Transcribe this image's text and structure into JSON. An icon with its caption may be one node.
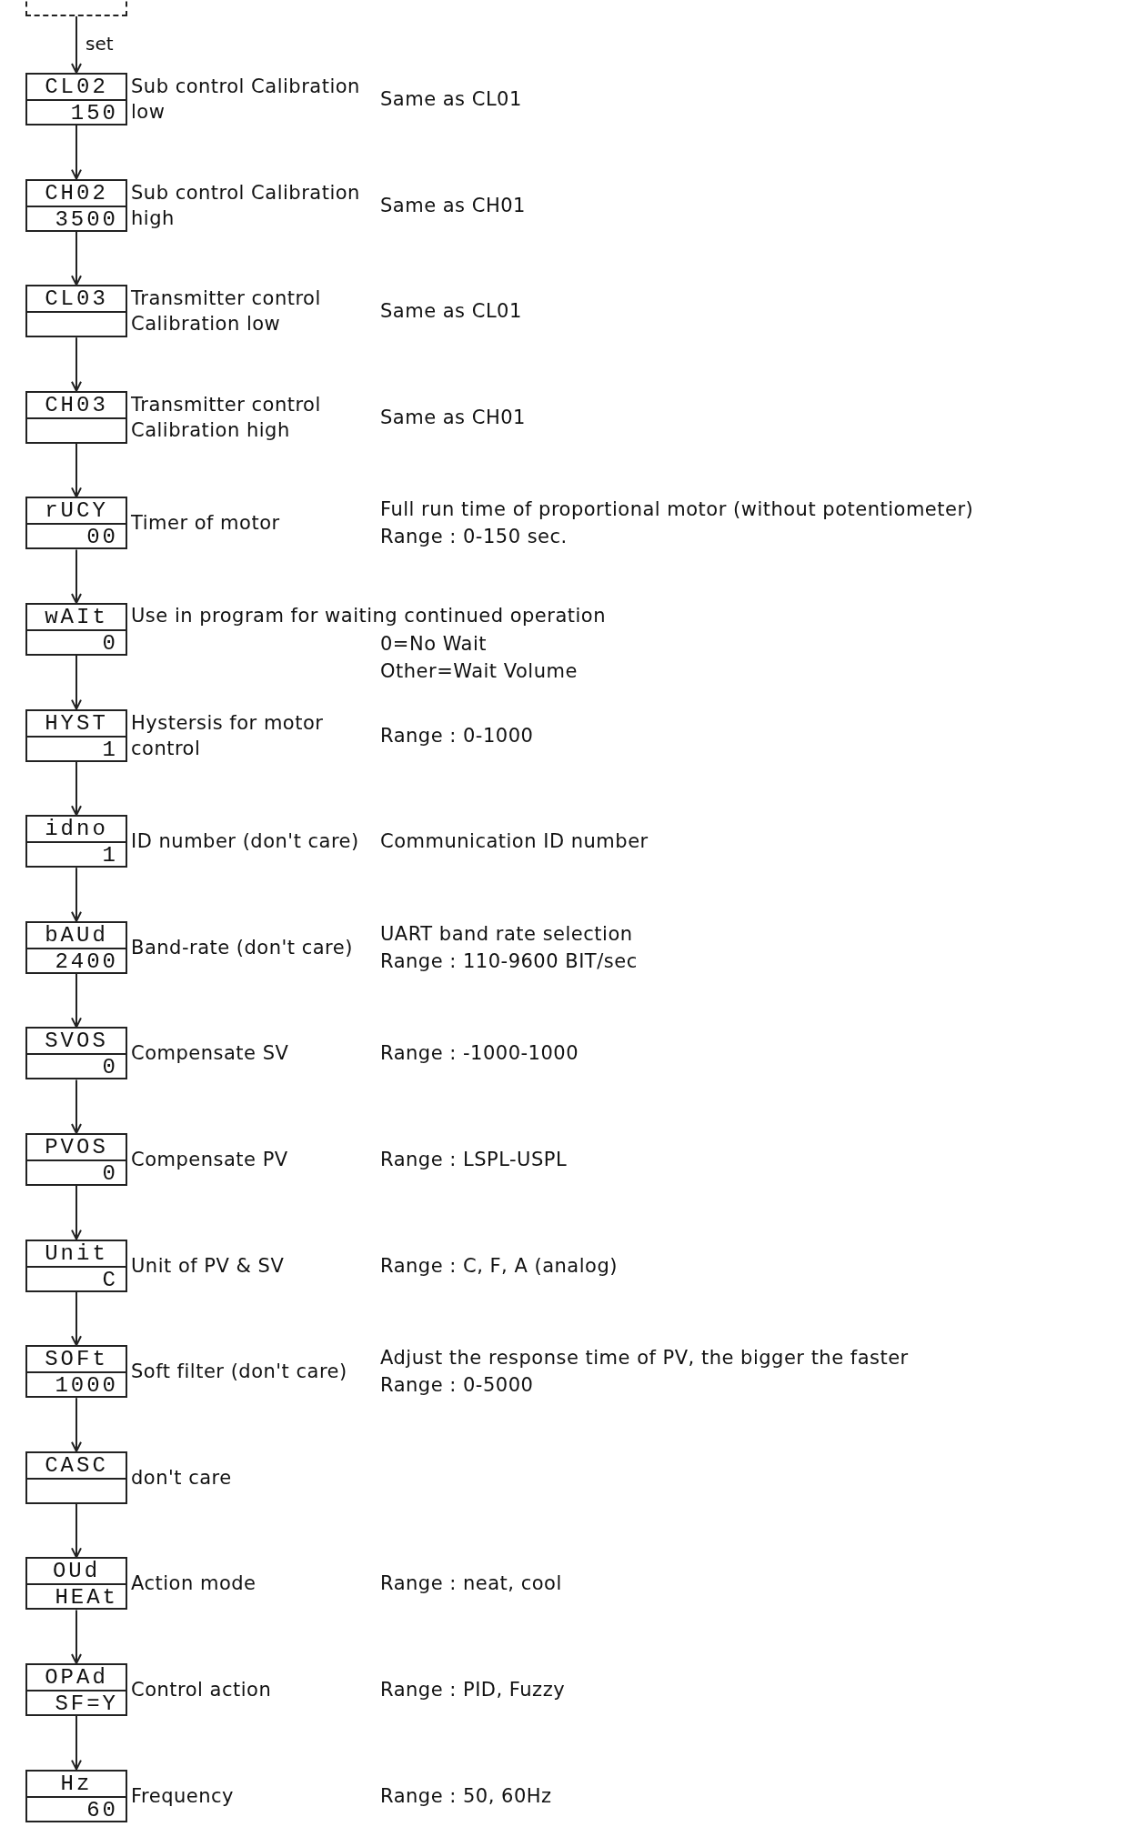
{
  "diagram": {
    "nodes": [
      {
        "text": [],
        "shape": "box"
      },
      {
        "text": [
          "CL02",
          "150"
        ],
        "beside": [
          "Sub control Calibration low",
          "Same as CL01"
        ]
      },
      {
        "text": [
          "CH02",
          "3500"
        ],
        "beside": [
          "Sub control Calibration high",
          "Same as CH01"
        ]
      },
      {
        "text": [
          "CL03"
        ],
        "beside": [
          "Transmitter control Calibration low",
          "Same as CL01"
        ]
      },
      {
        "text": [
          "CH03"
        ],
        "beside": [
          "Transmitter control Calibration high",
          "Same as CH01"
        ]
      },
      {
        "text": [
          "rUCY",
          "00"
        ],
        "beside": [
          "Timer of motor",
          "Full run time of proportional motor (without potentiometer)",
          "Range : 0-150 sec."
        ]
      },
      {
        "text": [
          "wAIt",
          "0"
        ],
        "beside": [
          "Use in program for waiting continued operation",
          "0=No Wait",
          "Other=Wait Volume"
        ]
      },
      {
        "text": [
          "HYST",
          "1"
        ],
        "beside": [
          "Hystersis for motor control",
          "Range : 0-1000"
        ]
      },
      {
        "text": [
          "idno",
          "1"
        ],
        "beside": [
          "ID number (don't care)",
          "Communication ID number"
        ]
      },
      {
        "text": [
          "bAUd",
          "2400"
        ],
        "beside": [
          "Band-rate (don't care)",
          "UART band rate selection",
          "Range : 110-9600 BIT/sec"
        ]
      },
      {
        "text": [
          "SVOS",
          "0"
        ],
        "beside": [
          "Compensate SV"
        ]
      },
      {
        "text": [
          "PVOS",
          "0"
        ],
        "beside": [
          "Compensate PV"
        ]
      },
      {
        "text": [
          "Unit",
          "C"
        ],
        "beside": [
          "Unit of PV & SV"
        ]
      },
      {
        "text": [
          "SOFt",
          "1000"
        ],
        "beside": [
          "Soft filter (don't care)",
          "Adjust the response time of PV, the bigger the faster",
          "Range : 0-5000"
        ]
      },
      {
        "text": [
          "CASC"
        ],
        "beside": [
          "don't care"
        ]
      },
      {
        "text": [
          "OUd",
          "HEAt"
        ],
        "beside": [
          "Action mode"
        ]
      },
      {
        "text": [
          "OPAd",
          "SF=Y"
        ],
        "beside": [
          "Control action"
        ]
      },
      {
        "text": [
          "Hz",
          "60"
        ],
        "beside": [
          "Frequency"
        ]
      }
    ],
    "labels": [
      "Range : -1000-1000",
      "Range : LSPL-USPL",
      "Range : C, F, A (analog)",
      "Range : neat, cool",
      "Range : PID, Fuzzy",
      "Range : 50, 60Hz"
    ],
    "edges": [
      {
        "from": 0,
        "to": 1,
        "arrow": "to",
        "label": "set"
      },
      {
        "from": 1,
        "to": 2,
        "arrow": "to"
      },
      {
        "from": 2,
        "to": 3,
        "arrow": "to"
      },
      {
        "from": 3,
        "to": 4,
        "arrow": "to"
      },
      {
        "from": 4,
        "to": 5,
        "arrow": "to"
      },
      {
        "from": 5,
        "to": 6,
        "arrow": "to"
      },
      {
        "from": 6,
        "to": 7,
        "arrow": "to"
      },
      {
        "from": 7,
        "to": 8,
        "arrow": "to"
      },
      {
        "from": 8,
        "to": 9,
        "arrow": "to"
      },
      {
        "from": 9,
        "to": 10,
        "arrow": "to"
      },
      {
        "from": 10,
        "to": 11,
        "arrow": "to"
      },
      {
        "from": 11,
        "to": 12,
        "arrow": "to"
      },
      {
        "from": 12,
        "to": 13,
        "arrow": "to"
      },
      {
        "from": 13,
        "to": 14,
        "arrow": "to"
      },
      {
        "from": 14,
        "to": 15,
        "arrow": "to"
      },
      {
        "from": 15,
        "to": 16,
        "arrow": "to"
      },
      {
        "from": 16,
        "to": 17,
        "arrow": "to"
      }
    ]
  }
}
